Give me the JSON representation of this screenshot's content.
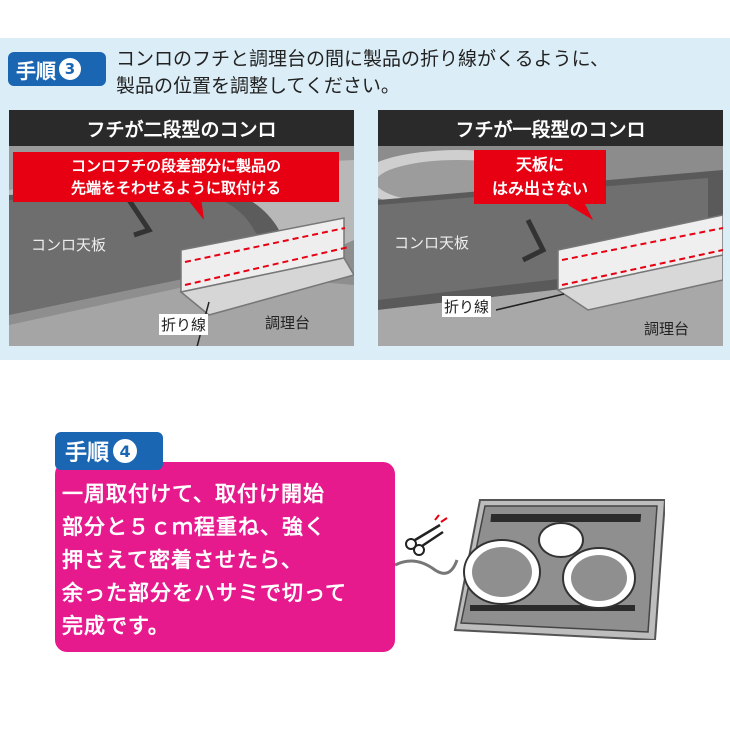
{
  "step3": {
    "badge_label": "手順",
    "badge_number": "3",
    "instruction_line1": "コンロのフチと調理台の間に製品の折り線がくるように、",
    "instruction_line2": "製品の位置を調整してください。",
    "left_panel": {
      "title": "フチが二段型のコンロ",
      "callout_line1": "コンロフチの段差部分に製品の",
      "callout_line2": "先端をそわせるように取付ける",
      "label_top": "コンロ天板",
      "label_fold": "折り線",
      "label_counter": "調理台"
    },
    "right_panel": {
      "title": "フチが一段型のコンロ",
      "callout_line1": "天板に",
      "callout_line2": "はみ出さない",
      "label_top": "コンロ天板",
      "label_fold": "折り線",
      "label_counter": "調理台"
    }
  },
  "step4": {
    "badge_label": "手順",
    "badge_number": "4",
    "lines": [
      "一周取付けて、取付け開始",
      "部分と５ｃｍ程重ね、強く",
      "押さえて密着させたら、",
      "余った部分をハサミで切って",
      "完成です。"
    ]
  },
  "icons": {
    "scissors": "scissors-icon",
    "stove": "stove-icon"
  },
  "colors": {
    "step_badge": "#1a66b3",
    "step3_background": "#dbeef8",
    "callout_red": "#e60012",
    "step4_pink": "#e61a8d",
    "panel_title": "#2a2a2a"
  }
}
